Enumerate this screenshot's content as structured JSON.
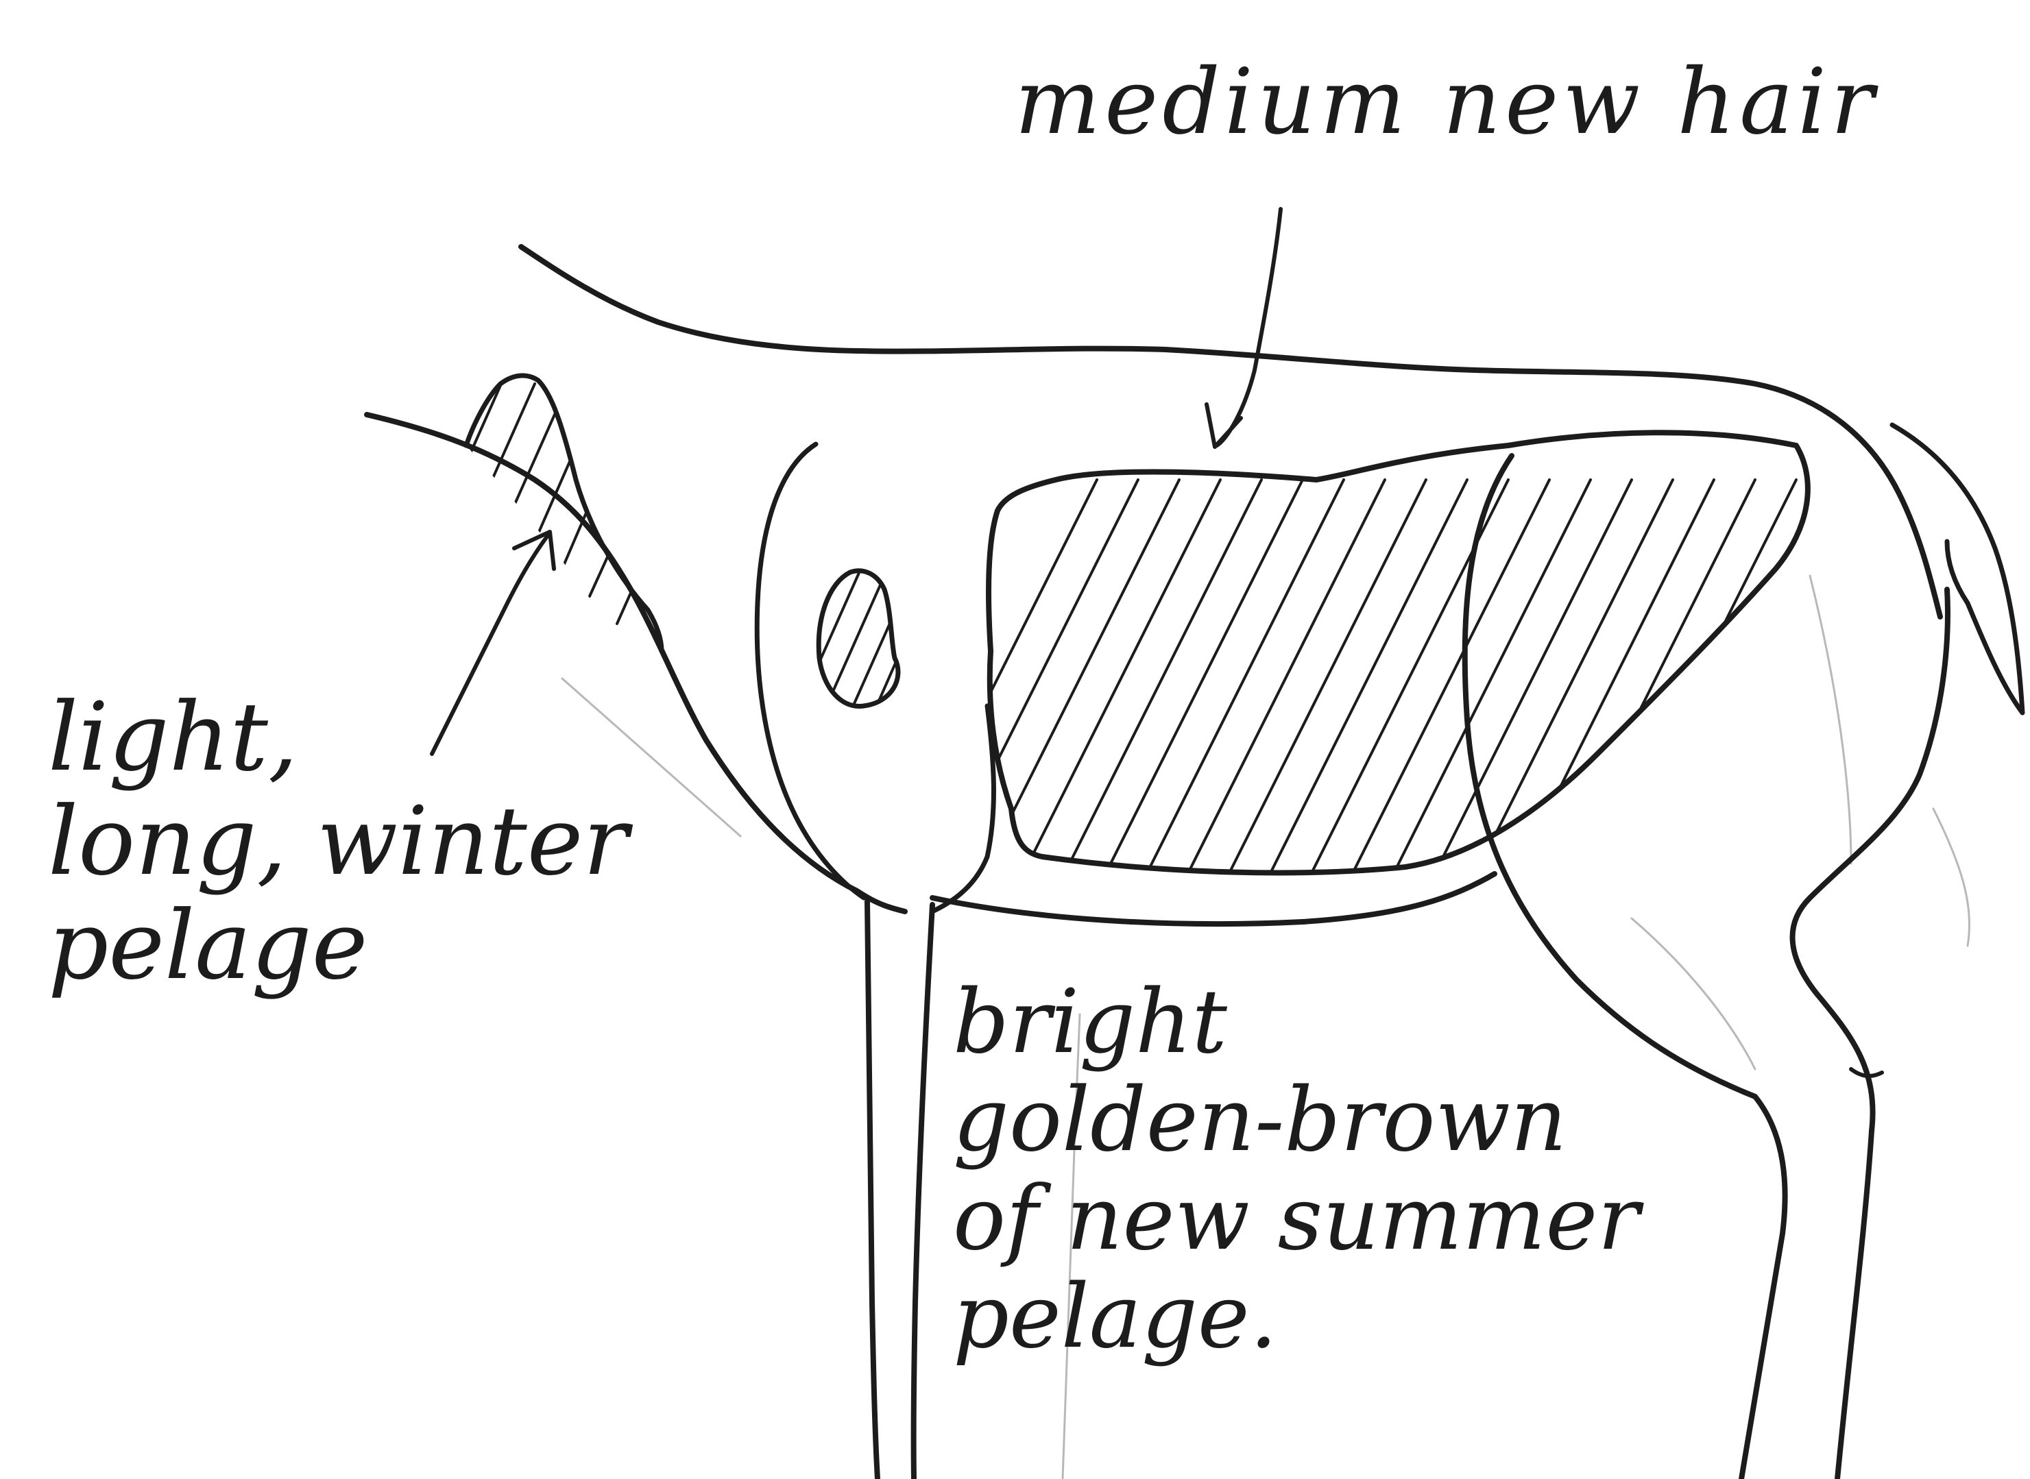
{
  "annotations": {
    "medium_new_hair": "medium new hair",
    "winter_pelage": "light,\nlong, winter\npelage",
    "summer_pelage": "bright\ngolden-brown\nof new summer\npelage."
  },
  "colors": {
    "ink": "#1c1c1c",
    "pencil": "#b8b8b8",
    "paper": "#ffffff"
  }
}
